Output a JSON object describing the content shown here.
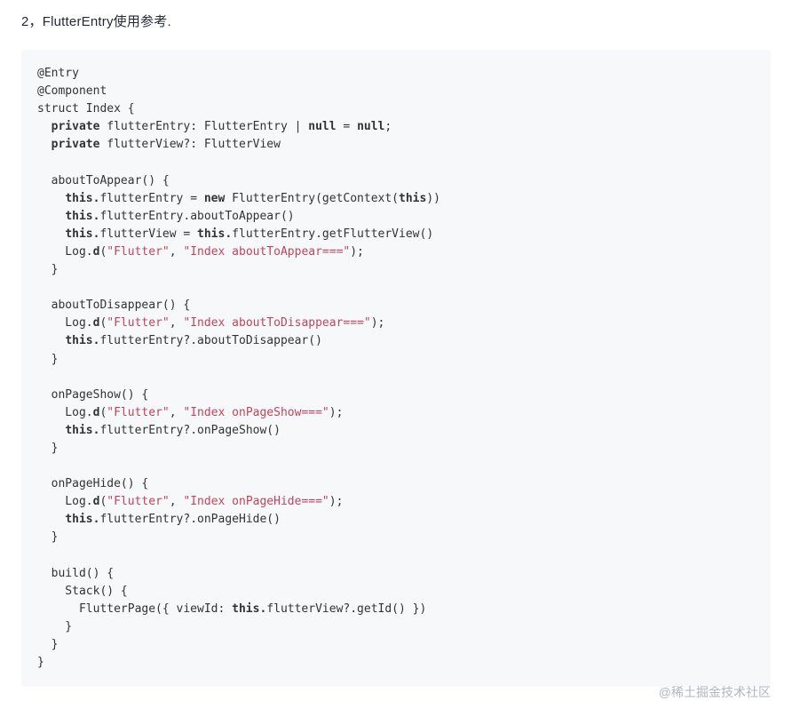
{
  "page": {
    "heading": "2，FlutterEntry使用参考.",
    "watermark": "@稀土掘金技术社区"
  },
  "colors": {
    "heading": "#252933",
    "code_bg": "#f7f8fa",
    "code_text": "#333333",
    "keyword": "#333333",
    "string": "#c0455a",
    "watermark": "#b0b5c0"
  },
  "code": {
    "token_types": {
      "p": "plain",
      "k": "keyword",
      "s": "string"
    },
    "lines": [
      [
        [
          "p",
          "@Entry"
        ]
      ],
      [
        [
          "p",
          "@Component"
        ]
      ],
      [
        [
          "p",
          "struct Index {"
        ]
      ],
      [
        [
          "p",
          "  "
        ],
        [
          "k",
          "private"
        ],
        [
          "p",
          " flutterEntry: FlutterEntry | "
        ],
        [
          "k",
          "null"
        ],
        [
          "p",
          " = "
        ],
        [
          "k",
          "null"
        ],
        [
          "p",
          ";"
        ]
      ],
      [
        [
          "p",
          "  "
        ],
        [
          "k",
          "private"
        ],
        [
          "p",
          " flutterView?: FlutterView"
        ]
      ],
      [],
      [
        [
          "p",
          "  aboutToAppear() {"
        ]
      ],
      [
        [
          "p",
          "    "
        ],
        [
          "k",
          "this."
        ],
        [
          "p",
          "flutterEntry = "
        ],
        [
          "k",
          "new"
        ],
        [
          "p",
          " FlutterEntry(getContext("
        ],
        [
          "k",
          "this"
        ],
        [
          "p",
          "))"
        ]
      ],
      [
        [
          "p",
          "    "
        ],
        [
          "k",
          "this."
        ],
        [
          "p",
          "flutterEntry.aboutToAppear()"
        ]
      ],
      [
        [
          "p",
          "    "
        ],
        [
          "k",
          "this."
        ],
        [
          "p",
          "flutterView = "
        ],
        [
          "k",
          "this."
        ],
        [
          "p",
          "flutterEntry.getFlutterView()"
        ]
      ],
      [
        [
          "p",
          "    Log."
        ],
        [
          "k",
          "d"
        ],
        [
          "p",
          "("
        ],
        [
          "s",
          "\"Flutter\""
        ],
        [
          "p",
          ", "
        ],
        [
          "s",
          "\"Index aboutToAppear===\""
        ],
        [
          "p",
          ");"
        ]
      ],
      [
        [
          "p",
          "  }"
        ]
      ],
      [],
      [
        [
          "p",
          "  aboutToDisappear() {"
        ]
      ],
      [
        [
          "p",
          "    Log."
        ],
        [
          "k",
          "d"
        ],
        [
          "p",
          "("
        ],
        [
          "s",
          "\"Flutter\""
        ],
        [
          "p",
          ", "
        ],
        [
          "s",
          "\"Index aboutToDisappear===\""
        ],
        [
          "p",
          ");"
        ]
      ],
      [
        [
          "p",
          "    "
        ],
        [
          "k",
          "this."
        ],
        [
          "p",
          "flutterEntry?.aboutToDisappear()"
        ]
      ],
      [
        [
          "p",
          "  }"
        ]
      ],
      [],
      [
        [
          "p",
          "  onPageShow() {"
        ]
      ],
      [
        [
          "p",
          "    Log."
        ],
        [
          "k",
          "d"
        ],
        [
          "p",
          "("
        ],
        [
          "s",
          "\"Flutter\""
        ],
        [
          "p",
          ", "
        ],
        [
          "s",
          "\"Index onPageShow===\""
        ],
        [
          "p",
          ");"
        ]
      ],
      [
        [
          "p",
          "    "
        ],
        [
          "k",
          "this."
        ],
        [
          "p",
          "flutterEntry?.onPageShow()"
        ]
      ],
      [
        [
          "p",
          "  }"
        ]
      ],
      [],
      [
        [
          "p",
          "  onPageHide() {"
        ]
      ],
      [
        [
          "p",
          "    Log."
        ],
        [
          "k",
          "d"
        ],
        [
          "p",
          "("
        ],
        [
          "s",
          "\"Flutter\""
        ],
        [
          "p",
          ", "
        ],
        [
          "s",
          "\"Index onPageHide===\""
        ],
        [
          "p",
          ");"
        ]
      ],
      [
        [
          "p",
          "    "
        ],
        [
          "k",
          "this."
        ],
        [
          "p",
          "flutterEntry?.onPageHide()"
        ]
      ],
      [
        [
          "p",
          "  }"
        ]
      ],
      [],
      [
        [
          "p",
          "  build() {"
        ]
      ],
      [
        [
          "p",
          "    Stack() {"
        ]
      ],
      [
        [
          "p",
          "      FlutterPage({ viewId: "
        ],
        [
          "k",
          "this."
        ],
        [
          "p",
          "flutterView?.getId() })"
        ]
      ],
      [
        [
          "p",
          "    }"
        ]
      ],
      [
        [
          "p",
          "  }"
        ]
      ],
      [
        [
          "p",
          "}"
        ]
      ]
    ]
  }
}
